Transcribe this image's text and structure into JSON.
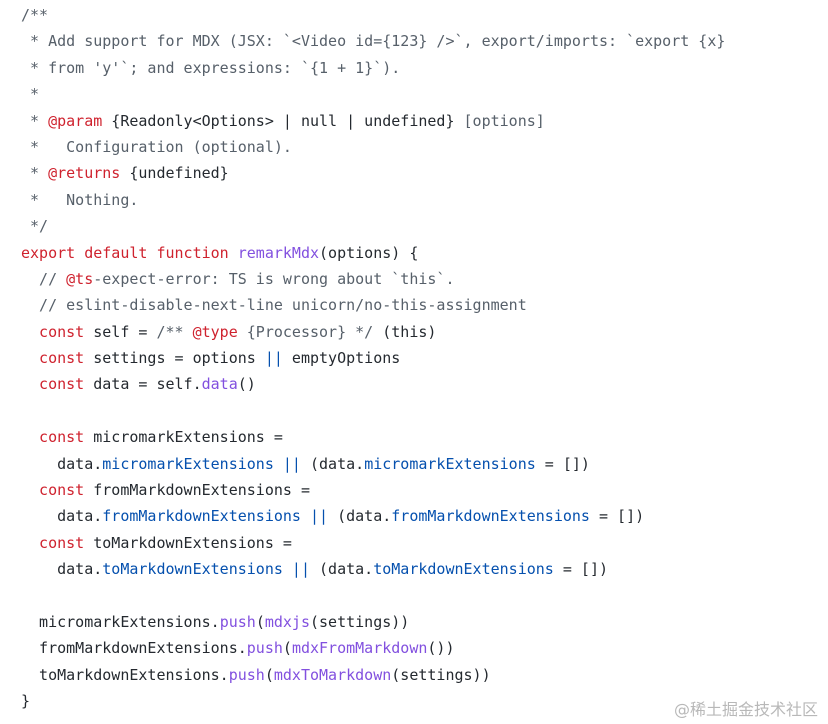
{
  "code_lines": [
    [
      [
        "c",
        "/**"
      ]
    ],
    [
      [
        "c",
        " * Add support for MDX (JSX: `<Video id={123} />`, export/imports: `export {x}"
      ]
    ],
    [
      [
        "c",
        " * from 'y'`; and expressions: `{1 + 1}`)."
      ]
    ],
    [
      [
        "c",
        " *"
      ]
    ],
    [
      [
        "c",
        " * "
      ],
      [
        "k",
        "@param"
      ],
      [
        "t",
        " {Readonly<Options> | null | undefined}"
      ],
      [
        "c",
        " [options]"
      ]
    ],
    [
      [
        "c",
        " *   Configuration (optional)."
      ]
    ],
    [
      [
        "c",
        " * "
      ],
      [
        "k",
        "@returns"
      ],
      [
        "t",
        " {undefined}"
      ]
    ],
    [
      [
        "c",
        " *   Nothing."
      ]
    ],
    [
      [
        "c",
        " */"
      ]
    ],
    [
      [
        "k",
        "export default function "
      ],
      [
        "f",
        "remarkMdx"
      ],
      [
        "t",
        "(options) {"
      ]
    ],
    [
      [
        "c",
        "  // "
      ],
      [
        "k",
        "@ts"
      ],
      [
        "c",
        "-expect-error: TS is wrong about `this`."
      ]
    ],
    [
      [
        "c",
        "  // eslint-disable-next-line unicorn/no-this-assignment"
      ]
    ],
    [
      [
        "k",
        "  const "
      ],
      [
        "t",
        "self = "
      ],
      [
        "c",
        "/** "
      ],
      [
        "k",
        "@type"
      ],
      [
        "c",
        " {Processor} */"
      ],
      [
        "t",
        " (this)"
      ]
    ],
    [
      [
        "k",
        "  const "
      ],
      [
        "t",
        "settings = options "
      ],
      [
        "p",
        "||"
      ],
      [
        "t",
        " emptyOptions"
      ]
    ],
    [
      [
        "k",
        "  const "
      ],
      [
        "t",
        "data = self."
      ],
      [
        "f",
        "data"
      ],
      [
        "t",
        "()"
      ]
    ],
    [
      [
        "t",
        ""
      ]
    ],
    [
      [
        "k",
        "  const "
      ],
      [
        "t",
        "micromarkExtensions ="
      ]
    ],
    [
      [
        "t",
        "    data."
      ],
      [
        "p",
        "micromarkExtensions"
      ],
      [
        "p",
        " ||"
      ],
      [
        "t",
        " (data."
      ],
      [
        "p",
        "micromarkExtensions"
      ],
      [
        "t",
        " = [])"
      ]
    ],
    [
      [
        "k",
        "  const "
      ],
      [
        "t",
        "fromMarkdownExtensions ="
      ]
    ],
    [
      [
        "t",
        "    data."
      ],
      [
        "p",
        "fromMarkdownExtensions"
      ],
      [
        "p",
        " ||"
      ],
      [
        "t",
        " (data."
      ],
      [
        "p",
        "fromMarkdownExtensions"
      ],
      [
        "t",
        " = [])"
      ]
    ],
    [
      [
        "k",
        "  const "
      ],
      [
        "t",
        "toMarkdownExtensions ="
      ]
    ],
    [
      [
        "t",
        "    data."
      ],
      [
        "p",
        "toMarkdownExtensions"
      ],
      [
        "p",
        " ||"
      ],
      [
        "t",
        " (data."
      ],
      [
        "p",
        "toMarkdownExtensions"
      ],
      [
        "t",
        " = [])"
      ]
    ],
    [
      [
        "t",
        ""
      ]
    ],
    [
      [
        "t",
        "  micromarkExtensions."
      ],
      [
        "f",
        "push"
      ],
      [
        "t",
        "("
      ],
      [
        "f",
        "mdxjs"
      ],
      [
        "t",
        "(settings))"
      ]
    ],
    [
      [
        "t",
        "  fromMarkdownExtensions."
      ],
      [
        "f",
        "push"
      ],
      [
        "t",
        "("
      ],
      [
        "f",
        "mdxFromMarkdown"
      ],
      [
        "t",
        "())"
      ]
    ],
    [
      [
        "t",
        "  toMarkdownExtensions."
      ],
      [
        "f",
        "push"
      ],
      [
        "t",
        "("
      ],
      [
        "f",
        "mdxToMarkdown"
      ],
      [
        "t",
        "(settings))"
      ]
    ],
    [
      [
        "t",
        "}"
      ]
    ]
  ],
  "watermark": "@稀土掘金技术社区",
  "colors": {
    "keyword": "#cf222e",
    "function": "#8250df",
    "property": "#0550ae",
    "comment": "#57606a",
    "text": "#24292f"
  }
}
